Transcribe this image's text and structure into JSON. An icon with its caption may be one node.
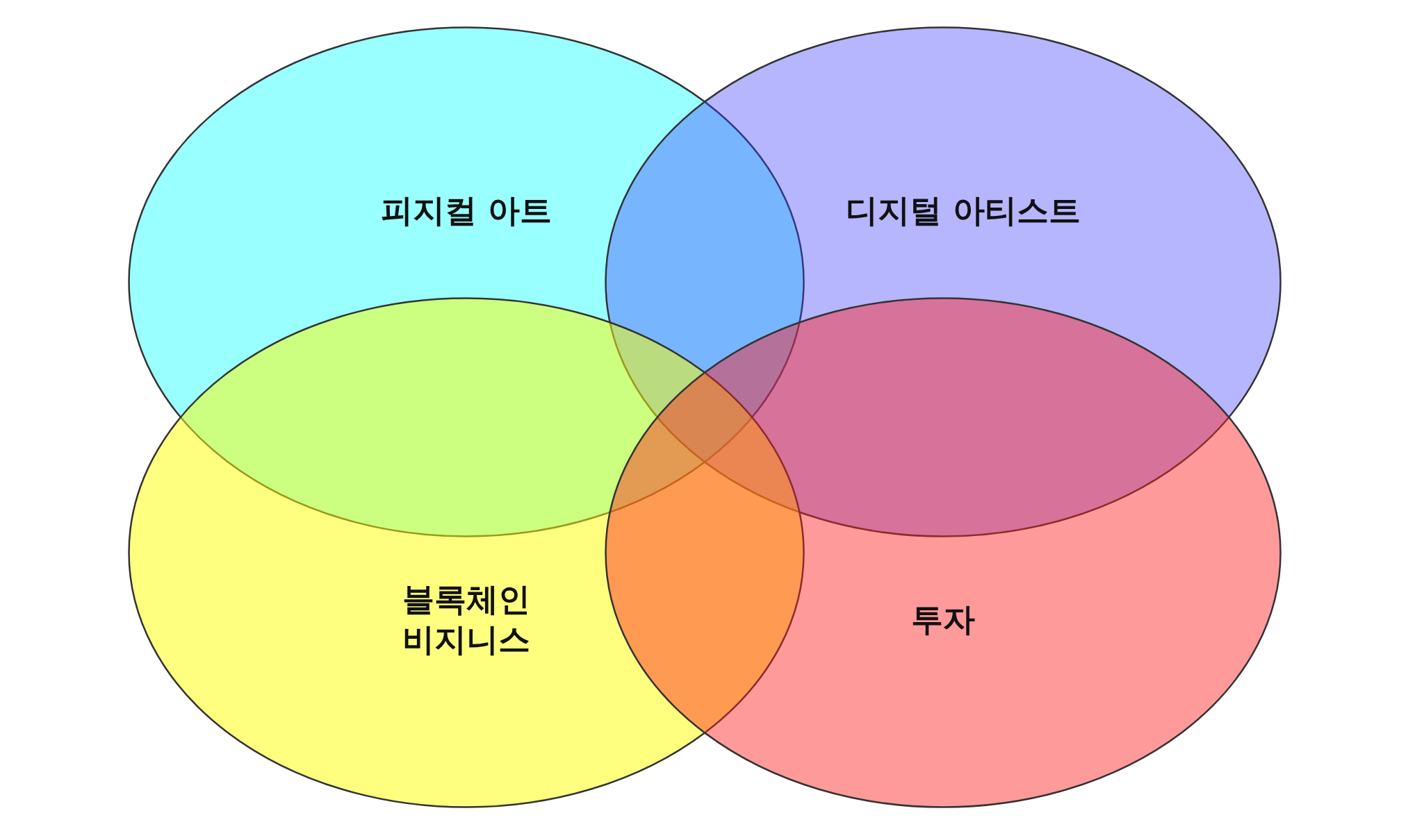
{
  "diagram": {
    "nodes": [
      {
        "text": [
          "피지컬 아트"
        ]
      },
      {
        "text": [
          "디지털 아티스트"
        ]
      },
      {
        "text": [
          "블록체인 비지니스"
        ]
      },
      {
        "text": [
          "투자"
        ]
      }
    ]
  }
}
